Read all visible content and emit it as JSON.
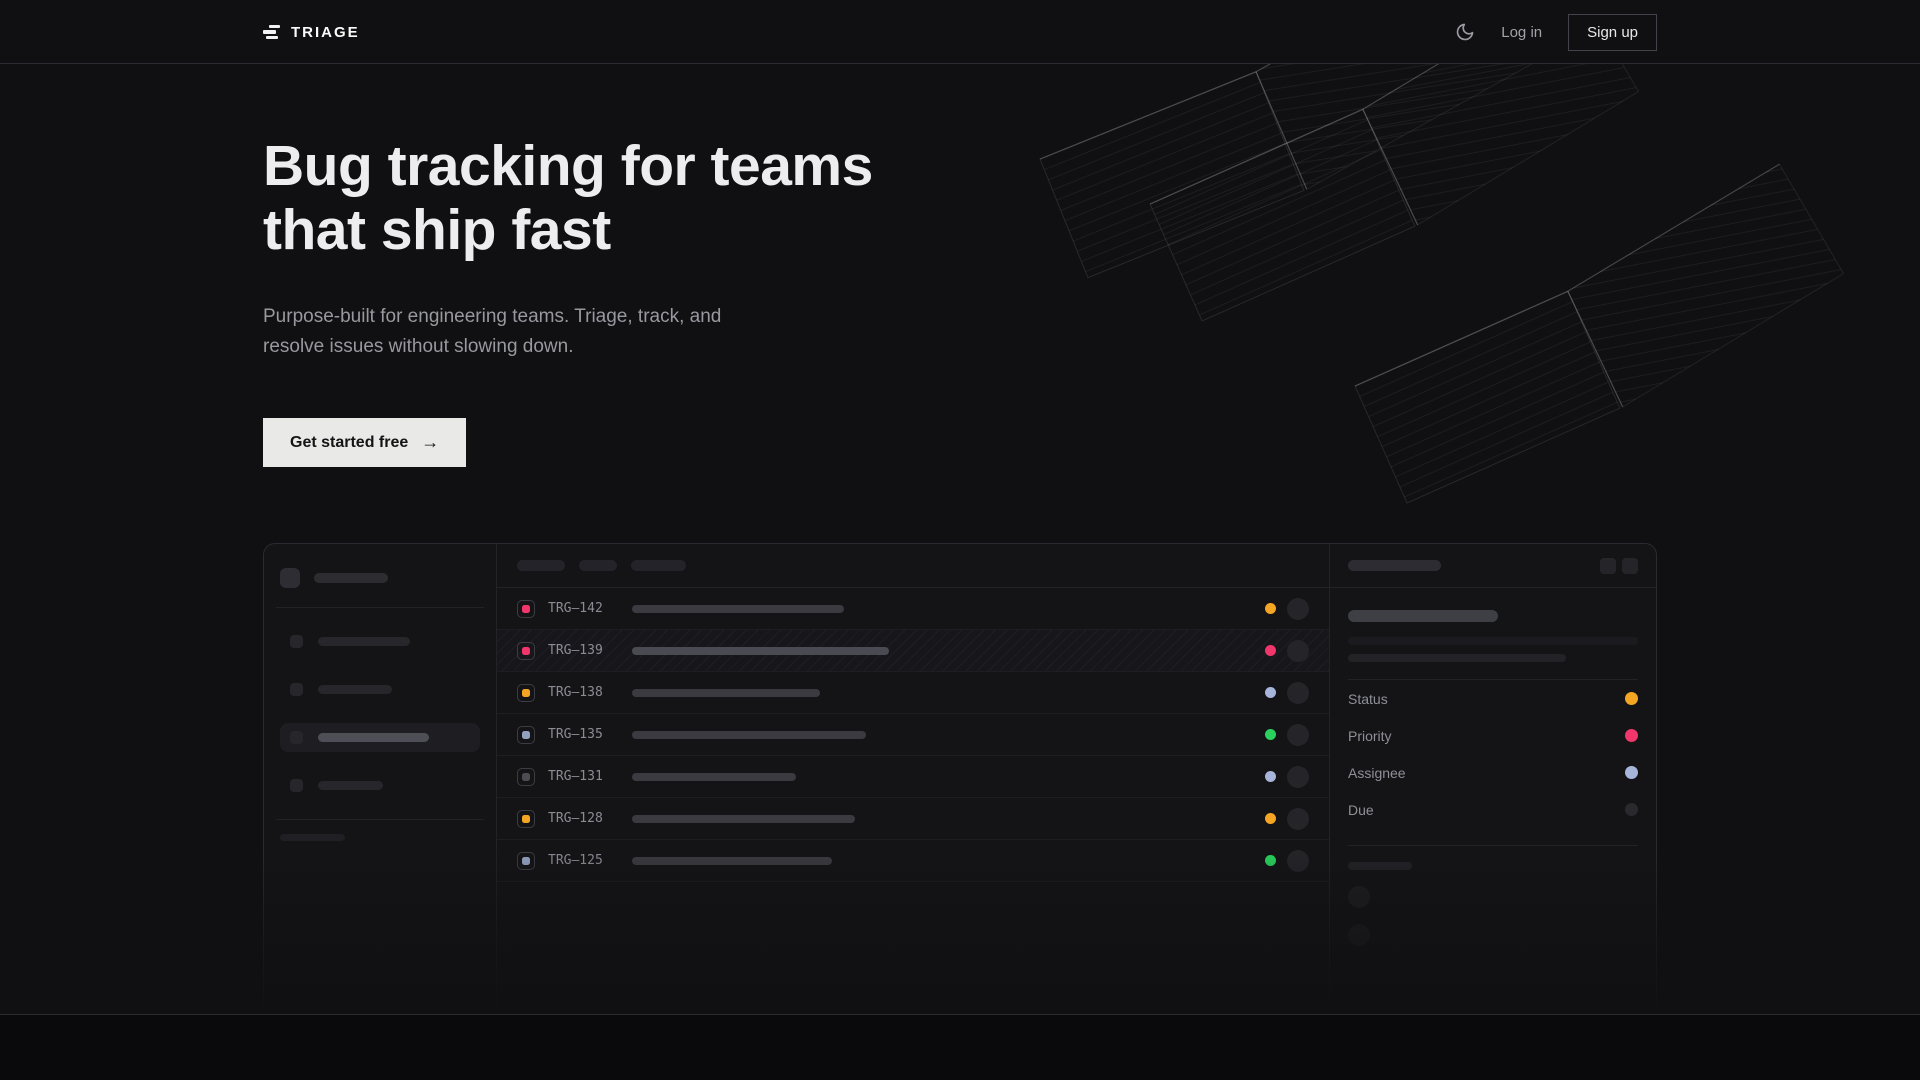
{
  "nav": {
    "logo_text": "TRIAGE",
    "theme_icon": "moon",
    "login_label": "Log in",
    "signup_label": "Sign up"
  },
  "hero": {
    "title_line1": "Bug tracking for teams",
    "title_line2": "that ship fast",
    "subtitle": "Purpose-built for engineering teams. Triage, track, and resolve issues without slowing down.",
    "cta_label": "Get started free",
    "cta_arrow": "→"
  },
  "colors": {
    "amber": "#f5a524",
    "pink": "#f0366b",
    "green": "#2ad15c",
    "lavender": "#a8b5da"
  },
  "mockup": {
    "issues": [
      {
        "id": "TRG–142",
        "icon_color": "#f0366b",
        "status_color": "#f5a524",
        "selected": false
      },
      {
        "id": "TRG–139",
        "icon_color": "#f0366b",
        "status_color": "#f0366b",
        "selected": true
      },
      {
        "id": "TRG–138",
        "icon_color": "#f5a524",
        "status_color": "#a8b5da",
        "selected": false
      },
      {
        "id": "TRG–135",
        "icon_color": "#93a1c0",
        "status_color": "#2ad15c",
        "selected": false
      },
      {
        "id": "TRG–131",
        "icon_color": "#4c4c53",
        "status_color": "#a8b5da",
        "selected": false
      },
      {
        "id": "TRG–128",
        "icon_color": "#f5a524",
        "status_color": "#f5a524",
        "selected": false
      },
      {
        "id": "TRG–125",
        "icon_color": "#93a1c0",
        "status_color": "#2ad15c",
        "selected": false
      }
    ],
    "detail": {
      "properties": [
        {
          "label": "Status",
          "color": "#f5a524"
        },
        {
          "label": "Priority",
          "color": "#f0366b"
        },
        {
          "label": "Assignee",
          "color": "#a8b5da"
        },
        {
          "label": "Due",
          "color": "#29292e"
        }
      ]
    }
  }
}
